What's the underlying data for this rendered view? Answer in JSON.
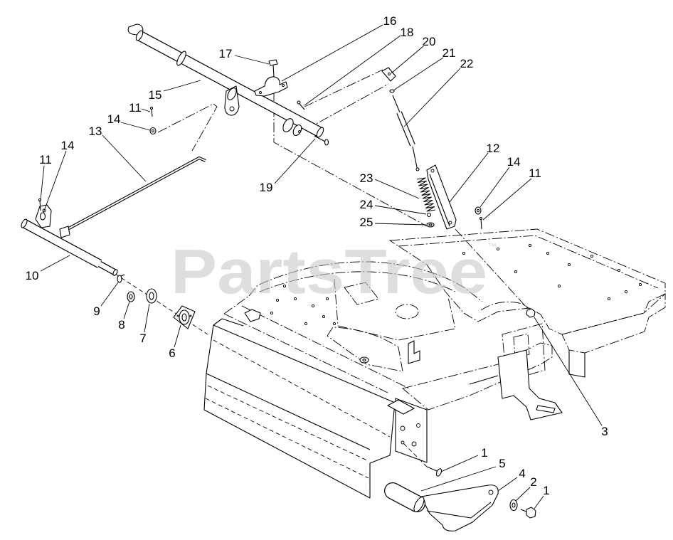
{
  "watermark": {
    "text": "PartsTree",
    "trademark": "™"
  },
  "colors": {
    "line": "#000000",
    "background": "#ffffff",
    "watermark": "#c8c8c8"
  },
  "callouts": [
    {
      "label": "16"
    },
    {
      "label": "18"
    },
    {
      "label": "17"
    },
    {
      "label": "20"
    },
    {
      "label": "21"
    },
    {
      "label": "22"
    },
    {
      "label": "15"
    },
    {
      "label": "11"
    },
    {
      "label": "14"
    },
    {
      "label": "13"
    },
    {
      "label": "11"
    },
    {
      "label": "14"
    },
    {
      "label": "19"
    },
    {
      "label": "12"
    },
    {
      "label": "14"
    },
    {
      "label": "11"
    },
    {
      "label": "23"
    },
    {
      "label": "24"
    },
    {
      "label": "25"
    },
    {
      "label": "10"
    },
    {
      "label": "9"
    },
    {
      "label": "8"
    },
    {
      "label": "7"
    },
    {
      "label": "6"
    },
    {
      "label": "3"
    },
    {
      "label": "1"
    },
    {
      "label": "5"
    },
    {
      "label": "4"
    },
    {
      "label": "2"
    },
    {
      "label": "1"
    }
  ]
}
